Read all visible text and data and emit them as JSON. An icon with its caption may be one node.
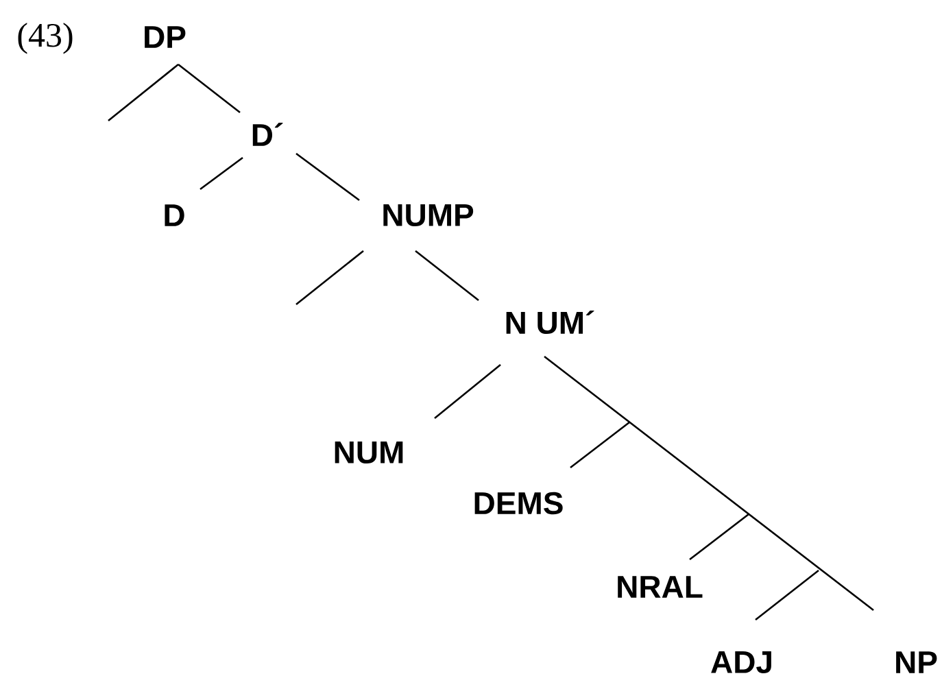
{
  "diagram": {
    "nodes": [
      {
        "text": [
          "DP"
        ]
      },
      {
        "text": [
          "D´"
        ]
      },
      {
        "text": [
          "D"
        ]
      },
      {
        "text": [
          "NUMP"
        ]
      },
      {
        "text": [
          "N UM´"
        ]
      },
      {
        "text": [
          "NUM"
        ]
      },
      {
        "text": [
          "DEMS"
        ]
      },
      {
        "text": [
          "NRAL"
        ]
      },
      {
        "text": [
          "ADJ"
        ]
      },
      {
        "text": [
          "NP"
        ]
      }
    ],
    "edges": [
      {
        "from": 0,
        "to": null,
        "arrow": "none"
      },
      {
        "from": 0,
        "to": 1,
        "arrow": "none"
      },
      {
        "from": 1,
        "to": 2,
        "arrow": "none"
      },
      {
        "from": 1,
        "to": 3,
        "arrow": "none"
      },
      {
        "from": 3,
        "to": null,
        "arrow": "none"
      },
      {
        "from": 3,
        "to": 4,
        "arrow": "none"
      },
      {
        "from": 4,
        "to": 5,
        "arrow": "none"
      },
      {
        "from": 4,
        "to": 9,
        "arrow": "none"
      },
      {
        "from": null,
        "to": 6,
        "arrow": "none"
      },
      {
        "from": null,
        "to": 7,
        "arrow": "none"
      },
      {
        "from": null,
        "to": 8,
        "arrow": "none"
      }
    ],
    "labels": [
      "(43)"
    ]
  }
}
